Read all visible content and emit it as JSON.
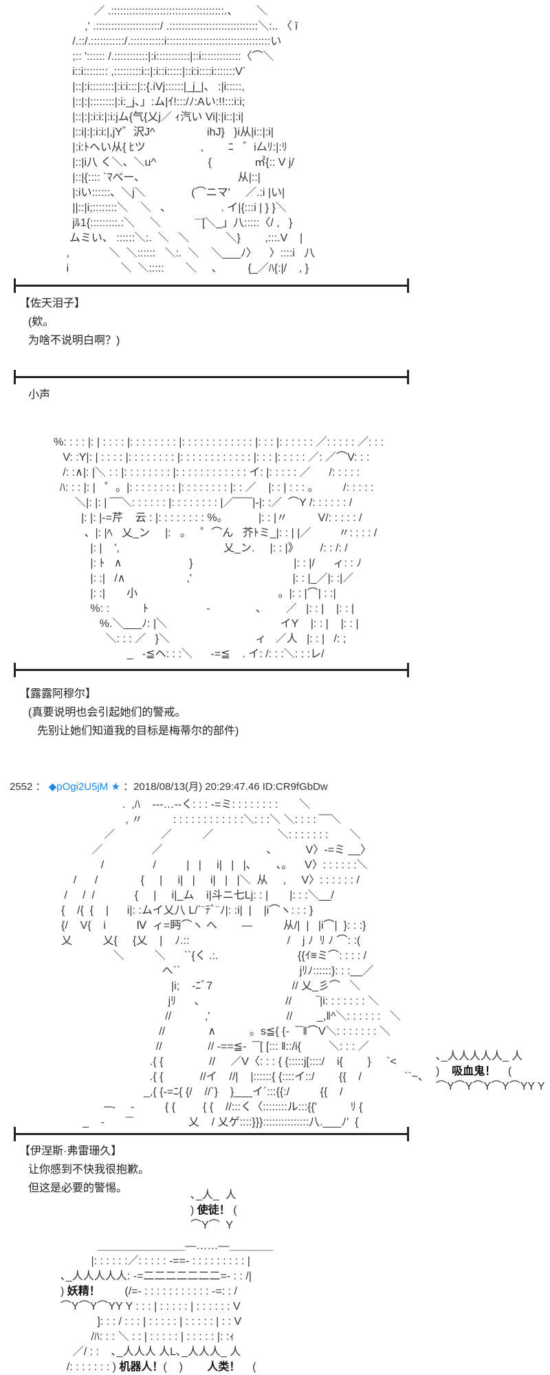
{
  "aa1": [
    "          ／ .:::::::::::::::::::::::::::::::::::::.、      ＼",
    "       ,' .:::::::::::::::::::::/ .:::::::::::::::::::::::::::::＼:.. 〈 ǐ",
    "   /.::/.:::::::::::/.:::::::::::i::::::::::::::::::::::::::::::::::い",
    "   ;:: ':::::: /.:::::::::::|:i:::::::::::|::i:::::::::::::〈⌒＼",
    "   i::i:::::::: ,:::::::::i::|:i::i:::::|::i:i::::i:::::::V´",
    "   |::|:i::::::::|:i:i:::|::{.iVj::::::|_j_|、 :|i:::::,",
    "   |::|:|::::::::|:i:_j、」:ム|ｲ!:::/ﾉ:Aい:!!:::i:i;",
    "   |::|:|:i:i:|:i:jム{气{乂j／ ｨ汽い Vi|:|i::|:i|",
    "   |::i|:|:i:i:|,jY゛沢J^                 ihJ}   }i从|i::|:i|",
    "   |:i:ﾄへい从{ ﾋツ                  ,        ﾆ   ゛i厶ﾘ:|:ﾘ",
    "   |::|i八 く＼、＼u^                 {              ㎡{:: V j/",
    "   |::|{:::: `ﾏべー､                                从|::|",
    "   |:iい::::::、＼j＼               (⌒ニマ'     ／.:i |い|",
    "   ||::|i;::::::::＼    ＼   ､                  . イ|{:::i | } }＼",
    "   jﾙ1{:::::::::.:＼     ＼           ¨¨[＼_」八:::::〈/ ,   }",
    "  ムミい、 ::::::＼:.  ＼   ＼            ＼}        ,:::.V    |",
    " ,             ＼  ＼::::::   ＼:.  ＼    ＼___ﾉ〉    〉::::i   八",
    " i                 ＼  ＼:::::       ＼     ､          {_／ﾊ{:|/    , }"
  ],
  "dialogue1": {
    "speaker": "【佐天泪子】",
    "lines": [
      "(欸。",
      "为啥不说明白啊？)"
    ]
  },
  "aside": "小声",
  "aa2": [
    "%: : : : |: | : : : : |: : : : : : : : |: : : : : : : : : : : : |: : : |: : : : : : ／: : : : : ／: : :",
    "   V: :Y|: | : : : : |: : : : : : : : |: : : : : : : : : : : : |: : : |: : : : : ／: ／⌒V: : :",
    "   /: :∧|: |＼ : : |: : : : : : : : |: : : : : : : : : : : : イ: |: : : : : ／      /: : : : :",
    "  ﾊ: : : |: |   ゜。|: : : : : : : : |: : : : : : : : |: : ／    |: : | : : : 。        /: : : : :",
    "       ＼|: |: | ‾‾‾＼: : : : : : |: : : : : : : : |／‾‾‾‾‾|-|: :／  ⌒Y /: : : : : : /",
    "         |: |: |-=芹    云 : |: : : : : : : : %。          |: : |〃          V/: : : : : /",
    "          、|: |ﾍ   乂_ン     |:   。   ゜⌒ん   芥ﾄミ_|: : | |／         〃: : : : /",
    "            |: |    ',                                  乂_ン.     |: : |》       /: : /: /",
    "            |: ﾄ   ∧                      }                                 |: : |/      ィ: : ﾉ",
    "            |: :|   /∧                    ,'                                 |: : |_／|: :|／",
    "            |: :|       小                                              。|: : |⌒| : :|",
    "            %: :           ﾄ                   -               ､        ／   |: : |    |: : |",
    "               %.＼___ﾉ: |＼                                     イY    |: : |    |: : |",
    "                 ＼: : : ／   }＼                            ィ   ／人   |: : |   /: ;",
    "                        _   -≦ヘ: : :＼      -=≦    . イ: /: : :＼: : :レ/"
  ],
  "dialogue2": {
    "speaker": "【露露阿穆尔】",
    "lines": [
      "(真要说明也会引起她们的警戒。",
      "先别让她们知道我的目标是梅蒂尔的部件)"
    ]
  },
  "post_header": {
    "number": "2552",
    "sep1": " ： ",
    "trip": "◆pOgi2U5jM ★",
    "sep2": " ：",
    "datetime": "2018/08/13(月) 20:29:47.46",
    "id": " ID:CR9fGbDw"
  },
  "aa3": [
    "                    .  ,ﾊ    ‐‐‐…‐‐く: : : -=ミ: : : : : : : :       ＼",
    "                     , 〃          : : : : : : : : : : : :＼: : :＼ ＼: : : : ‾‾‾＼",
    "              ／               ／          ／                     ＼: : : : : : :       ＼",
    "          ／                ／                                  ､           V〉-=ミ __〉",
    "             /                /          |   |     i|   |   |､        、。    V〉: : : : : :＼",
    "    /      /              {     |     i|   |     i|   |   |＼  从     ,     V〉: : : : : : /",
    " /     /  /             {     |     i|_ム    i|斗ニ七Lj: : |       |: : :＼__/",
    "{    /{  {    |      i|: :ムイ乂八 L/`¨ﾃﾞ¨ﾉ|: :i|  |    |i⌒ヽ: : : }",
    "{/    V{    i          Ⅳ  ィ=眄⌒ヽ ヘ        ―          从/|  |   |i⌒|  }: : :}",
    "乂          乂{     {乂    |    ﾉ.::                                /    j ﾉ  ﾘ ﾉ ⌒: :(",
    "                 ＼          ＼      ``{く .:.                          {{ｲ≡ミ⌒: : : : /",
    "                                 ヘ``                                       jﾘﾉ::::::}: : :__／",
    "                                    |i;    -ﾆﾞ7                          // 乂_彡⌒   ＼",
    "                                   jﾘ      ､                            //        ‾|i: : : : : : : ＼",
    "                                  //           ,'                         //        _,‖^＼: : : : : :   ＼",
    "                                //              ∧           。s≦{ {-  ‾‾‖⌒V＼: : : : : : : ＼",
    "                               //               // -==≦-  ‾‾[ [::: ‖::/i{         ＼: : : ／",
    "                             .{ {               //     ／V〈: : : { {:::::j[::::/    i{        }     `<",
    "                             .{ {            //イ    //|    |::::::{ {::::イ::/        {{    /              ``~､",
    "                           _,{ {-=ﾆ{ {/    //`}    }___イ´:::{{:/          {{    /",
    "              ─-     -          { {         { {    //:::く〈::::::::ル:::{{'           ﾘ {",
    "       _    -       ‾‾                  乂    / 乂ゲ::::}}}:::::::::::::::八.___ﾉ'  {"
  ],
  "bubble_vampire": {
    "top": "､_人人人人人_ 人",
    "open": ")",
    "text": "吸血鬼！",
    "close": "(",
    "bottom": "⌒Y⌒Y⌒Y⌒Y⌒YY Y"
  },
  "dialogue3": {
    "speaker": "【伊涅斯·弗雷珊久】",
    "lines": [
      "让你感到不快我很抱歉。",
      "但这是必要的警惕。"
    ]
  },
  "bubble_apostle": {
    "top": "､_人_  人",
    "open": ")",
    "text": "使徒！",
    "close": "(",
    "bottom": "⌒Y⌒  Y"
  },
  "aa4": [
    [
      {
        "t": "            ＿＿＿＿＿＿＿＿―……―＿＿＿＿"
      }
    ],
    [
      {
        "t": "          |: : : : : :／: : : : : -==- : : : : : : : : : |"
      }
    ],
    [
      {
        "t": "､_人人人人人: -=二二二二二二二=- : : /|"
      }
    ],
    [
      {
        "t": ") "
      },
      {
        "t": "妖精！",
        "b": true
      },
      {
        "t": "        (/=- : : : : : : : : : : : -=: : /"
      }
    ],
    [
      {
        "t": "⌒Y⌒Y⌒YY Y : : : | : : : : : | : : : : : : V"
      }
    ],
    [
      {
        "t": "            ]: : : / : : : | : : : : : | : : : : : | : : V"
      }
    ],
    [
      {
        "t": "          /ﾊ: : : ＼ : : | : : : : : | : : : : : |: :ｨ"
      }
    ],
    [
      {
        "t": "    ／/ : :    ､_人人人 人L､_人人人_ 人"
      }
    ],
    [
      {
        "t": "  /: : : : : : : ) "
      },
      {
        "t": "机器人！",
        "b": true
      },
      {
        "t": "(    )        "
      },
      {
        "t": "人类！",
        "b": true
      },
      {
        "t": "    ("
      }
    ]
  ]
}
